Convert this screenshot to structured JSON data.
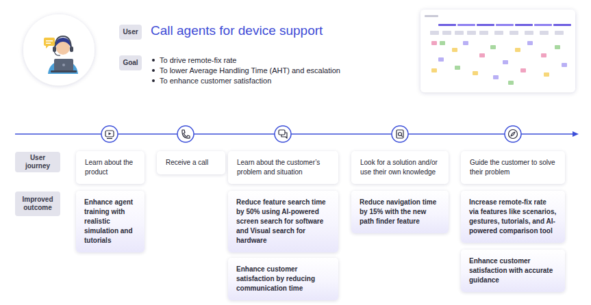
{
  "diagram": {
    "title": "Call agents for device support",
    "nodes": [
      {
        "text": [
          "User"
        ]
      },
      {
        "text": [
          "Goal"
        ]
      },
      {
        "text": [
          "User journey"
        ]
      },
      {
        "text": [
          "Improved outcome"
        ]
      },
      {
        "text": [
          "Learn about the product"
        ]
      },
      {
        "text": [
          "Receive a call"
        ]
      },
      {
        "text": [
          "Learn about the customer’s problem and situation"
        ]
      },
      {
        "text": [
          "Look for a solution and/or use their own knowledge"
        ]
      },
      {
        "text": [
          "Guide the customer to solve their problem"
        ]
      },
      {
        "text": [
          "Enhance agent training with realistic simulation and tutorials"
        ]
      },
      {
        "text": [
          "Reduce feature search time by 50% using AI-powered screen search for software and Visual search for hardware"
        ]
      },
      {
        "text": [
          "Enhance customer satisfaction by reducing communication time"
        ]
      },
      {
        "text": [
          "Reduce navigation time by 15% with the new path finder feature"
        ]
      },
      {
        "text": [
          "Increase remote-fix rate via features like scenarios, gestures, tutorials, and AI-powered comparison tool"
        ]
      },
      {
        "text": [
          "Enhance customer satisfaction with accurate guidance"
        ]
      }
    ],
    "labels": [
      "To drive remote-fix rate",
      "To lower Average Handling Time (AHT) and escalation",
      "To enhance customer satisfaction"
    ]
  }
}
